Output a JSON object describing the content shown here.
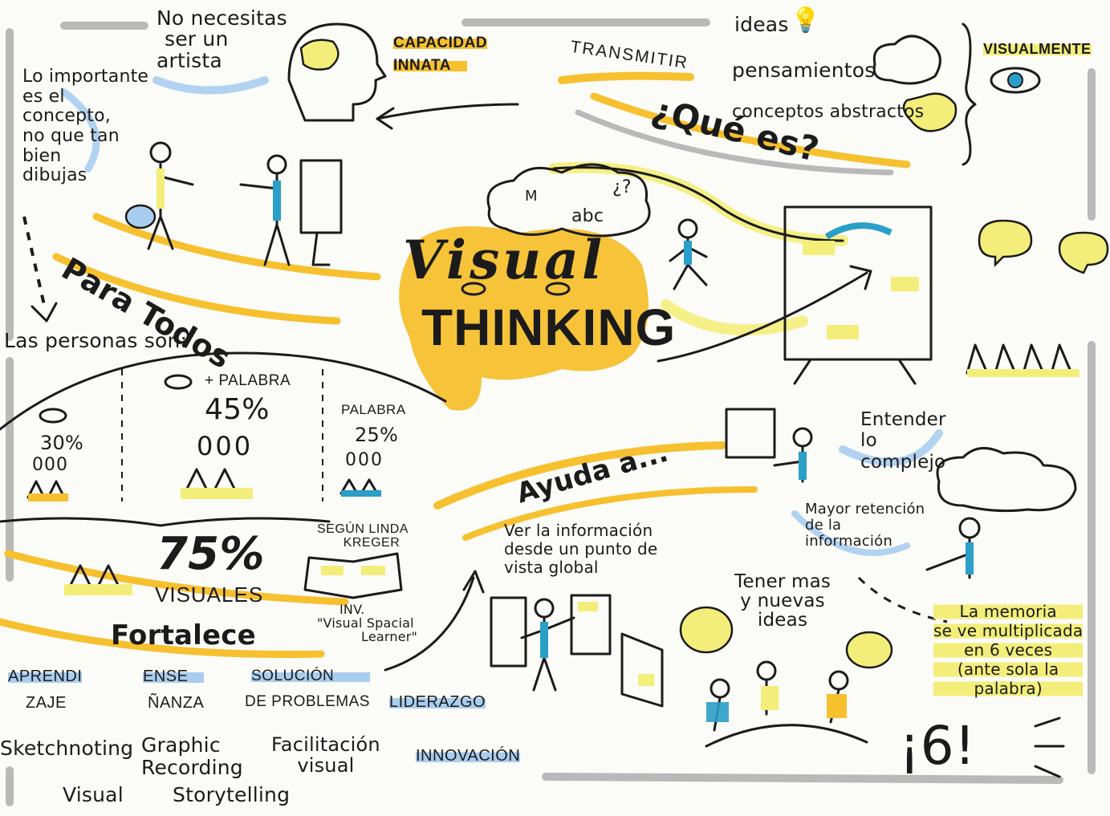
{
  "title": {
    "line1": "Visual",
    "line2": "THINKING"
  },
  "top_left": {
    "no_necesitas": [
      "No necesitas",
      "ser un",
      "artista"
    ],
    "capacidad": [
      "CAPACIDAD",
      "INNATA"
    ],
    "lo_importante": [
      "Lo importante",
      "es el",
      "concepto,",
      "no que tan",
      "bien",
      "dibujas"
    ]
  },
  "que_es": {
    "question": "¿Qué es?",
    "transmitir": "TRANSMITIR",
    "ideas": "ideas",
    "pensamientos": "pensamientos",
    "conceptos": "conceptos abstractos",
    "visualmente": "VISUALMENTE"
  },
  "para_todos": {
    "title": "Para Todos",
    "personas": "Las personas son:",
    "groups": [
      {
        "label": "",
        "pct": "30%",
        "people": "000"
      },
      {
        "label": "+ PALABRA",
        "pct": "45%",
        "people": "000"
      },
      {
        "label": "PALABRA",
        "pct": "25%",
        "people": "000"
      }
    ]
  },
  "visuales": {
    "pct": "75%",
    "label": "VISUALES",
    "segun": [
      "SEGÚN LINDA",
      "KREGER"
    ],
    "inv": [
      "INV.",
      "\"Visual Spacial",
      "Learner\""
    ]
  },
  "fortalece": {
    "title": "Fortalece",
    "areas": [
      {
        "line1": "APRENDI",
        "line2": "ZAJE",
        "result": "Sketchnoting"
      },
      {
        "line1": "ENSE",
        "line2": "ÑANZA",
        "result": "Graphic\nRecording"
      },
      {
        "line1": "SOLUCIÓN",
        "line2": "DE PROBLEMAS",
        "result": "Facilitación\nvisual"
      }
    ],
    "liderazgo": "LIDERAZGO",
    "innovacion": "INNOVACIÓN",
    "visual": "Visual",
    "storytelling": "Storytelling"
  },
  "ayuda": {
    "title": "Ayuda a...",
    "ver": [
      "Ver la información",
      "desde un punto de",
      "vista global"
    ],
    "entender": [
      "Entender",
      "lo",
      "complejo"
    ],
    "mayor": [
      "Mayor retención",
      "de la",
      "información"
    ],
    "tener": [
      "Tener mas",
      "y nuevas",
      "ideas"
    ],
    "memoria": [
      "La memoria",
      "se ve multiplicada",
      "en 6 veces",
      "(ante sola la",
      "palabra)"
    ],
    "seis": "¡6!"
  },
  "cloud_text": {
    "m": "M",
    "q": "¿?",
    "abc": "abc"
  },
  "colors": {
    "yellow": "#f6c02e",
    "light_yellow": "#f3ee7a",
    "blue": "#a9cdee",
    "ink": "#1b1b1b",
    "teal": "#2a9fc7",
    "gray": "#b9b9b9"
  },
  "icons": [
    "brain-head-icon",
    "lightbulb-icon",
    "eye-icon",
    "cloud-icon",
    "thought-cloud-icon",
    "speech-bubble-icon",
    "presentation-board-icon",
    "person-icon",
    "book-icon"
  ]
}
